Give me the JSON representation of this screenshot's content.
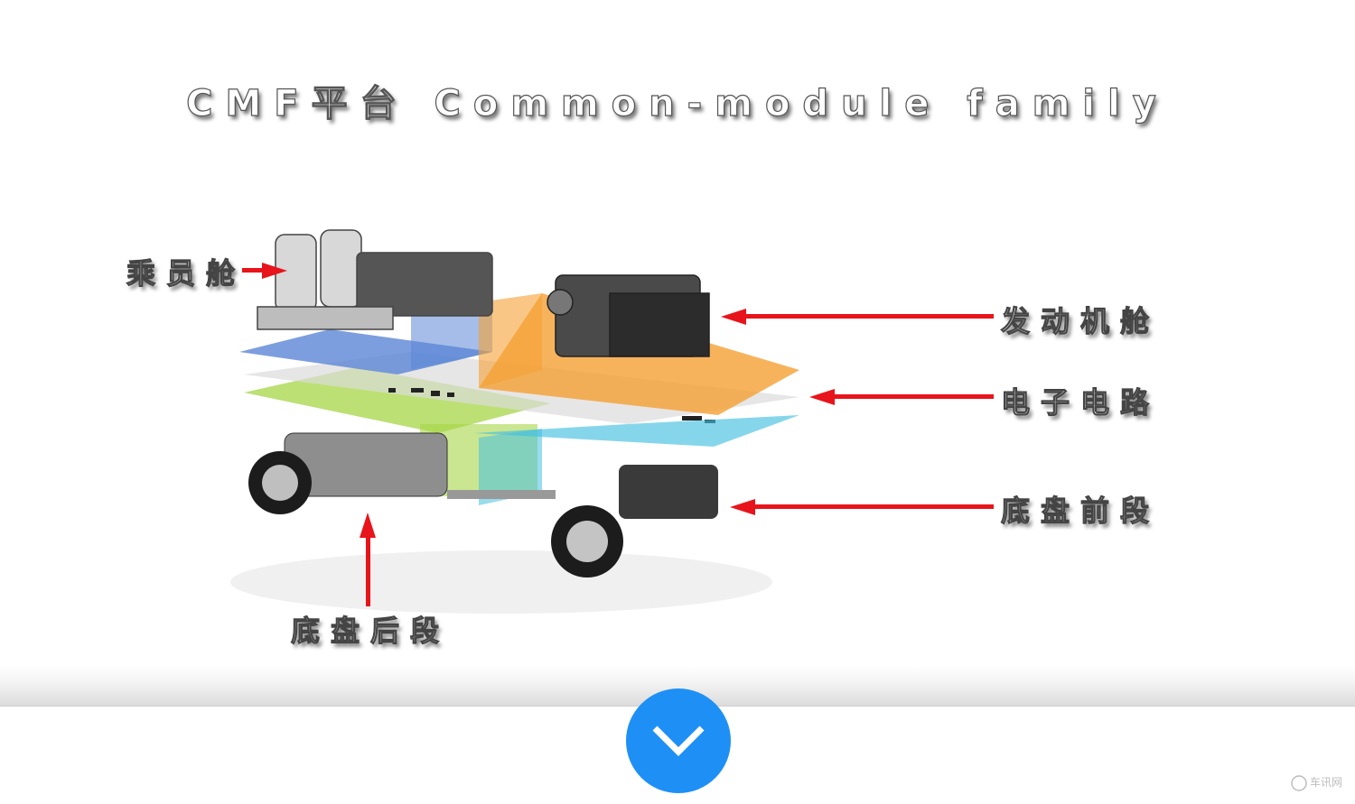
{
  "title": "CMF平台 Common-module family",
  "labels": {
    "passenger_cabin": "乘员舱",
    "engine_bay": "发动机舱",
    "electronics": "电子电路",
    "front_chassis": "底盘前段",
    "rear_chassis": "底盘后段"
  },
  "layers": [
    {
      "name": "passenger-cabin-layer",
      "color": "#5b86d6"
    },
    {
      "name": "electronics-layer",
      "color": "#d9d9d9"
    },
    {
      "name": "rear-chassis-layer",
      "color": "#a6d646"
    },
    {
      "name": "engine-bay-layer",
      "color": "#f5a033"
    },
    {
      "name": "front-chassis-layer",
      "color": "#45c0e0"
    }
  ],
  "colors": {
    "arrow": "#e8141b",
    "scroll_button": "#1e90f5"
  },
  "scroll_button": {
    "icon": "chevron-down-icon"
  },
  "watermark": {
    "text": "车讯网"
  }
}
